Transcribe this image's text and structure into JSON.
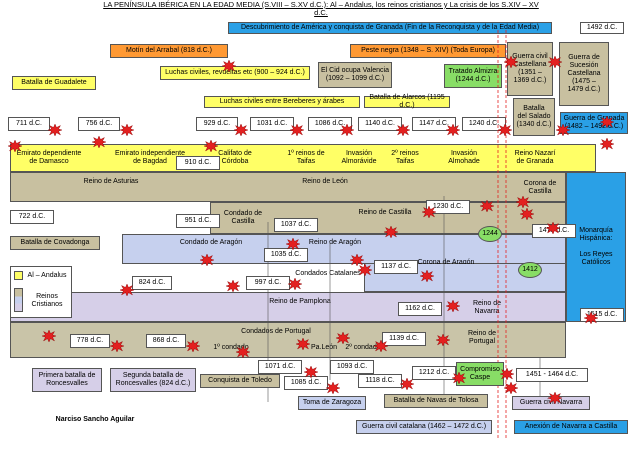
{
  "title": "LA PENÍNSULA IBÉRICA EN LA EDAD MEDIA (S.VIII – S.XV d.C.): Al – Andalus, los reinos cristianos y La crisis de los S.XIV – XV d.C.",
  "author": "Narciso Sancho Aguilar",
  "colors": {
    "alandalus": "#ffff66",
    "cristianos": "#c8c0a0",
    "aragon": "#c6d0ee",
    "navarra": "#d6cfe8",
    "portugal": "#c9c4a8",
    "monarquia": "#2aa0e6",
    "verde": "#88dd66",
    "naranja": "#ff9933",
    "gris": "#dcdcdc",
    "burst": "#e32020"
  },
  "top_events": {
    "descubrimiento": "Descubrimiento de América y conquista de Granada (Fin de la Reconquista y de la Edad Media)",
    "y1492": "1492 d.C.",
    "motin": "Motín del Arrabal (818 d.C.)",
    "peste": "Peste negra (1348 – S. XIV) (Toda Europa)",
    "guerracivil_castilla": "Guerra civil\nCastellana\n(1351 –\n1369 d.C.)",
    "guerra_sucesion": "Guerra de\nSucesión\nCastellana\n(1475 –\n1479 d.C.)",
    "cid": "El Cid ocupa Valencia\n(1092 – 1099 d.C.)",
    "tratado": "Tratado Almizra\n(1244 d.C.)",
    "luchas_civiles": "Luchas civiles, revueltas etc (900 – 924 d.C.)",
    "guadalete": "Batalla de Guadalete",
    "luchas_bereberes": "Luchas civiles entre Bereberes y árabes",
    "alarcos": "Batalla de Alarcos (1195 d.C.)",
    "salado": "Batalla\ndel Salado\n(1340 d.C.)",
    "guerra_granada": "Guerra de Granada\n(1482 – 1492 d.C.)"
  },
  "dates_top": {
    "d711": "711 d.C.",
    "d756": "756 d.C.",
    "d929": "929 d.C.",
    "d1031": "1031 d.C.",
    "d1086": "1086 d.C.",
    "d1140": "1140 d.C.",
    "d1147": "1147 d.C.",
    "d1240": "1240 d.C."
  },
  "alandalus": {
    "emirato_dep": "Emirato dependiente\nde Damasco",
    "emirato_indep": "Emirato independiente\nde Bagdad",
    "califato": "Califato de\nCórdoba",
    "taifas1": "1º reinos de\nTaifas",
    "almoravide": "Invasión\nAlmorávide",
    "taifas2": "2º reinos\nTaifas",
    "almohade": "Invasión\nAlmohade",
    "nazari": "Reino Nazarí\nde Granada"
  },
  "kingdoms": {
    "asturias": "Reino de Asturias",
    "leon": "Reino de León",
    "corona_castilla": "Corona de\nCastilla",
    "condado_castilla": "Condado de\nCastilla",
    "reino_castilla": "Reino de Castilla",
    "monarquia": "Monarquía\nHispánica:\n\nLos Reyes\nCatólicos",
    "condado_aragon": "Condado de Aragón",
    "reino_aragon": "Reino de Aragón",
    "condados_catalanes": "Condados Catalanes",
    "corona_aragon": "Corona de Aragón",
    "pamplona": "Reino de Pamplona",
    "navarra": "Reino de\nNavarra",
    "condados_portugal": "Condados de Portugal",
    "primer_condado": "1º condado",
    "paleon": "Pa.León",
    "segundo_condado": "2º condado",
    "reino_portugal": "Reino de\nPortugal"
  },
  "dates_mid": {
    "d910": "910 d.C.",
    "d722": "722 d.C.",
    "d951": "951 d.C.",
    "d1037": "1037 d.C.",
    "d1230": "1230 d.C.",
    "d1244": "1244",
    "d1479": "1479 d.C.",
    "d1035": "1035 d.C.",
    "d1137": "1137 d.C.",
    "d1412": "1412",
    "d824": "824 d.C.",
    "d997": "997 d.C.",
    "d1162": "1162 d.C.",
    "d1515": "1515 d.C.",
    "d778": "778 d.C.",
    "d868": "868 d.C.",
    "d1139": "1139 d.C.",
    "d1071": "1071 d.C.",
    "d1093": "1093 d.C.",
    "d1212": "1212 d.C.",
    "d1085": "1085 d.C.",
    "d1118": "1118 d.C.",
    "d1451": "1451 - 1464 d.C."
  },
  "legend": {
    "alandalus": "Al – Andalus",
    "cristianos": "Reinos\nCristianos"
  },
  "bottom_events": {
    "covadonga": "Batalla de Covadonga",
    "roncesvalles1": "Primera batalla de\nRoncesvalles",
    "roncesvalles2": "Segunda batalla de\nRoncesvalles (824 d.C.)",
    "toledo": "Conquista de Toledo",
    "zaragoza": "Toma de Zaragoza",
    "navas": "Batalla de Navas de Tolosa",
    "compromiso": "Compromiso\nCaspe",
    "guerracivil_navarra": "Guerra civil Navarra",
    "guerracivil_catalana": "Guerra civil catalana (1462 – 1472 d.C.)",
    "anexion_navarra": "Anexión de Navarra a Castilla"
  }
}
